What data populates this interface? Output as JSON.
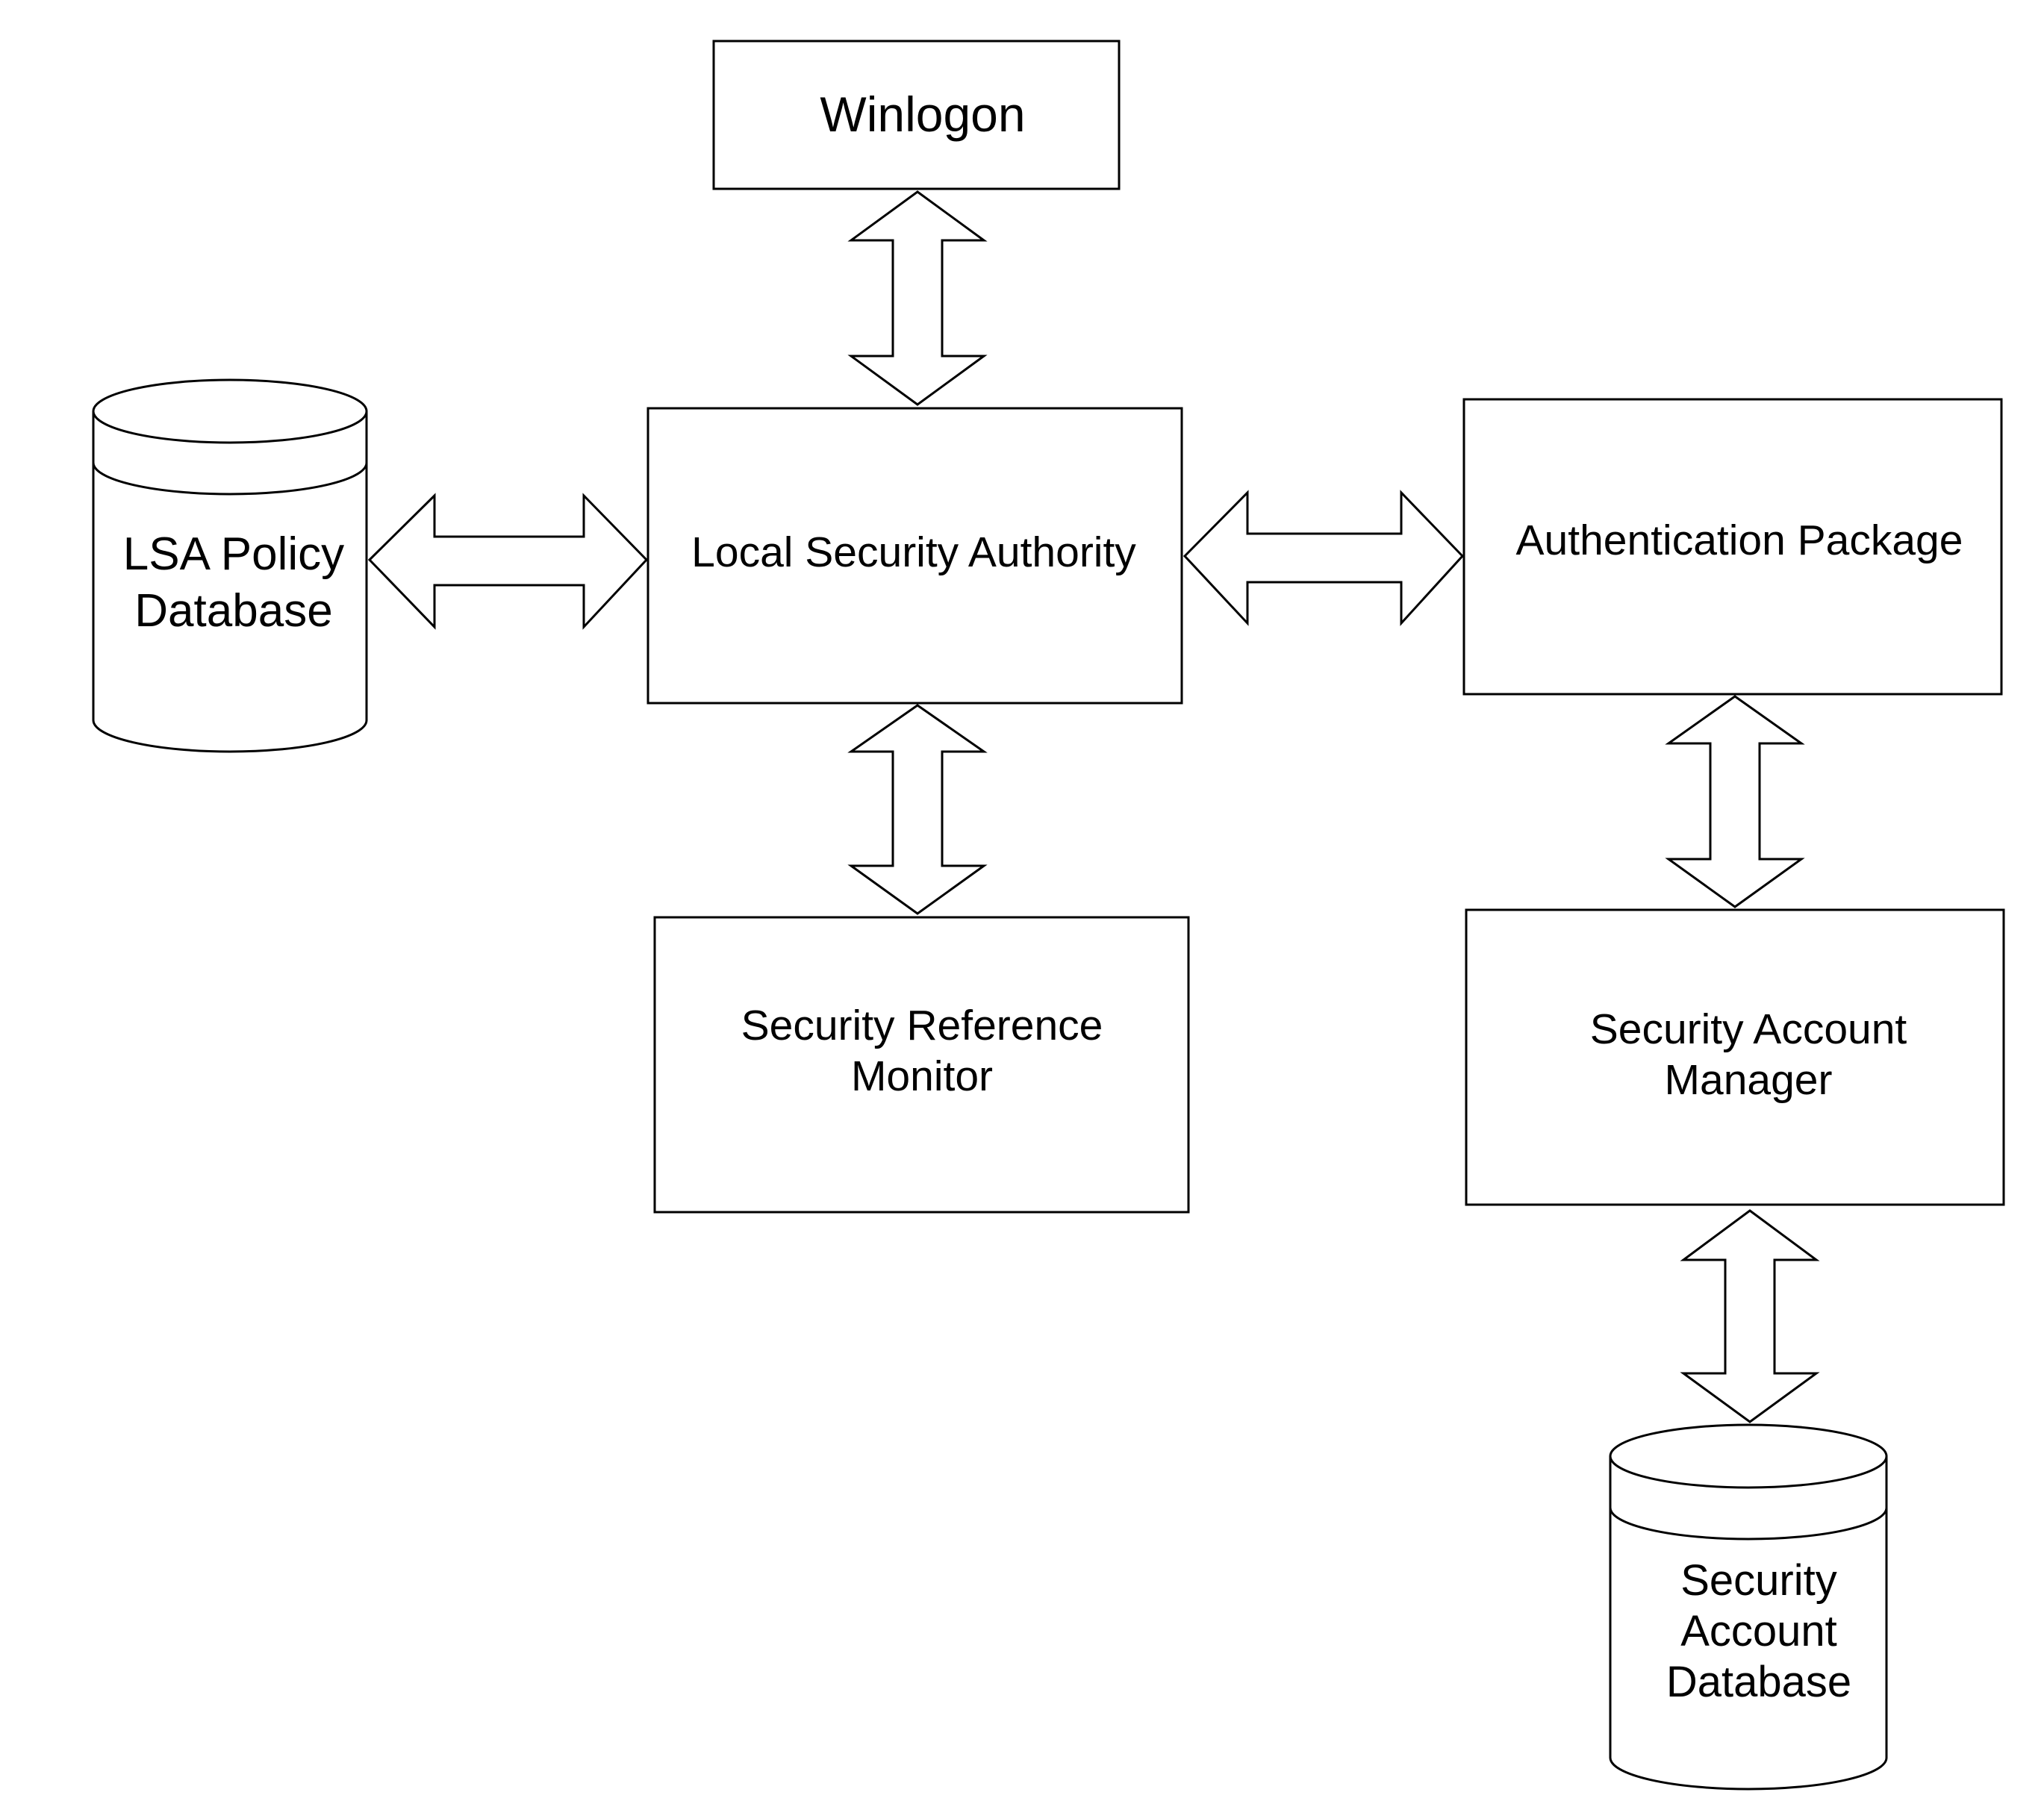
{
  "nodes": {
    "winlogon": {
      "lines": [
        "Winlogon"
      ]
    },
    "lsa": {
      "lines": [
        "Local Security Authority"
      ]
    },
    "auth_package": {
      "lines": [
        "Authentication Package"
      ]
    },
    "srm": {
      "lines": [
        "Security Reference",
        "Monitor"
      ]
    },
    "sam": {
      "lines": [
        "Security Account",
        "Manager"
      ]
    },
    "lsa_policy_db": {
      "lines": [
        "LSA Policy",
        "Database"
      ]
    },
    "sam_db": {
      "lines": [
        "Security",
        "Account",
        "Database"
      ]
    }
  },
  "edges": [
    {
      "from": "winlogon",
      "to": "lsa",
      "direction": "bidirectional"
    },
    {
      "from": "lsa_policy_db",
      "to": "lsa",
      "direction": "bidirectional"
    },
    {
      "from": "lsa",
      "to": "auth_package",
      "direction": "bidirectional"
    },
    {
      "from": "lsa",
      "to": "srm",
      "direction": "bidirectional"
    },
    {
      "from": "auth_package",
      "to": "sam",
      "direction": "bidirectional"
    },
    {
      "from": "sam",
      "to": "sam_db",
      "direction": "bidirectional"
    }
  ],
  "colors": {
    "stroke": "#000000",
    "fill": "#ffffff",
    "text": "#000000"
  }
}
